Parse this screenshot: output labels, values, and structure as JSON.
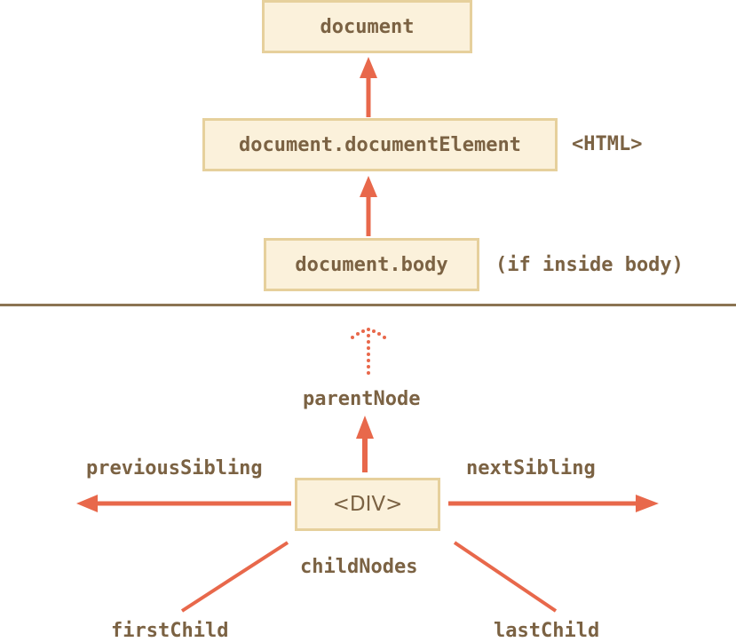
{
  "colors": {
    "box_fill": "#fbf1db",
    "box_border": "#e6d09c",
    "text": "#7b6243",
    "arrow": "#e8684b",
    "divider": "#8b7452"
  },
  "top": {
    "document": "document",
    "document_element": "document.documentElement",
    "html_note": "<HTML>",
    "body": "document.body",
    "body_note": "(if inside body)"
  },
  "bottom": {
    "center_node": "<DIV>",
    "parent_node": "parentNode",
    "previous_sibling": "previousSibling",
    "next_sibling": "nextSibling",
    "child_nodes": "childNodes",
    "first_child": "firstChild",
    "last_child": "lastChild"
  }
}
